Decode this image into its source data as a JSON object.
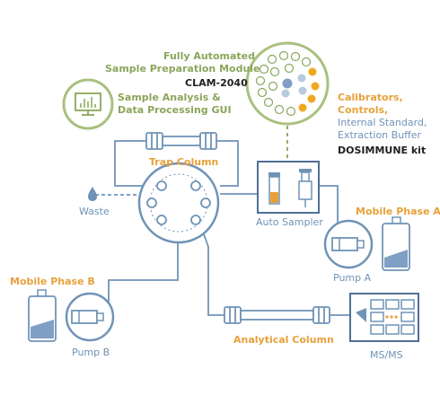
{
  "module": {
    "line1": "Fully Automated",
    "line2": "Sample Preparation Module",
    "model": "CLAM-2040"
  },
  "gui": {
    "line1": "Sample Analysis &",
    "line2": "Data Processing GUI"
  },
  "reagents": {
    "calibrators": "Calibrators,",
    "controls": "Controls,",
    "internal_standard": "Internal Standard,",
    "extraction_buffer": "Extraction Buffer",
    "kit": "DOSIMMUNE kit"
  },
  "labels": {
    "trap_column": "Trap Column",
    "waste": "Waste",
    "auto_sampler": "Auto Sampler",
    "mobile_phase_a": "Mobile Phase A",
    "pump_a": "Pump A",
    "mobile_phase_b": "Mobile Phase B",
    "pump_b": "Pump B",
    "analytical_column": "Analytical Column",
    "ms_ms": "MS/MS"
  },
  "colors": {
    "line": "#6f93b7",
    "green": "#8aa65a",
    "orange": "#e7a13a",
    "liquid": "#7f9fc4"
  }
}
